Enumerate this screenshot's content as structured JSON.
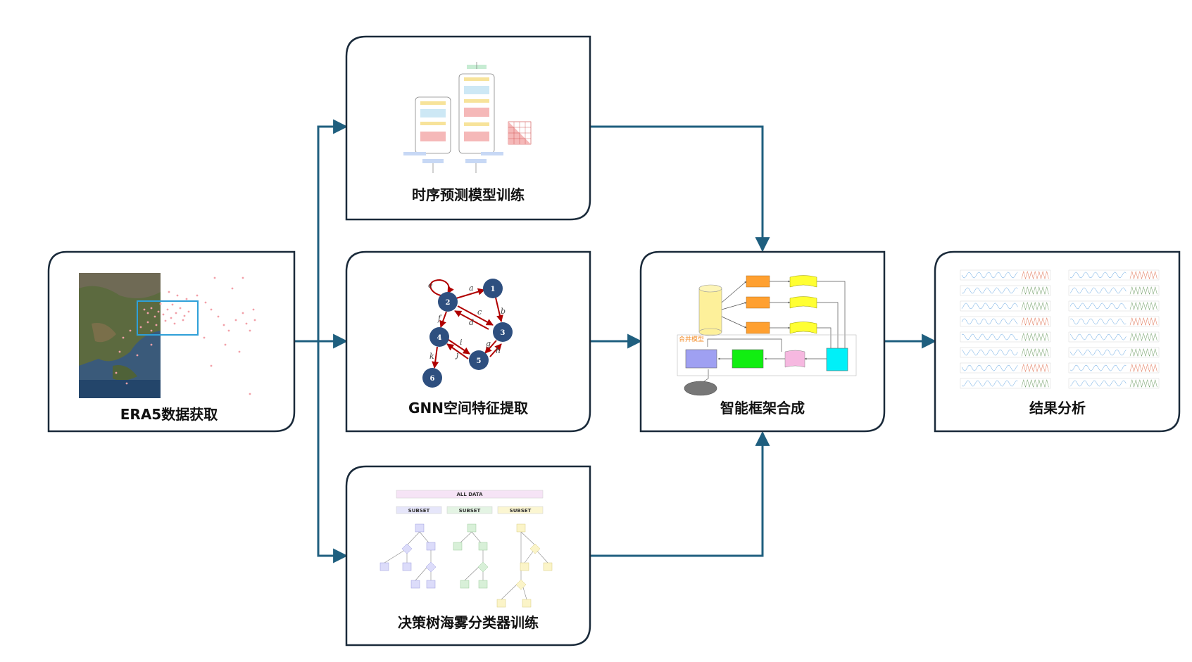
{
  "boxes": {
    "era5": "ERA5数据获取",
    "timeseries": "时序预测模型训练",
    "gnn": "GNN空间特征提取",
    "decision_tree": "决策树海雾分类器训练",
    "framework": "智能框架合成",
    "results": "结果分析"
  },
  "gnn_graph": {
    "nodes": [
      "1",
      "2",
      "3",
      "4",
      "5",
      "6"
    ],
    "edge_labels": [
      "a",
      "b",
      "c",
      "d",
      "e",
      "f",
      "g",
      "h",
      "i",
      "j",
      "k"
    ]
  },
  "decision_tree": {
    "all_data": "ALL DATA",
    "subsets": [
      "SUBSET",
      "SUBSET",
      "SUBSET"
    ]
  },
  "framework": {
    "merge_label": "合并模型"
  },
  "colors": {
    "arrow": "#1f5f7f",
    "border": "#1a2a3a",
    "node_blue": "#2e4f7f",
    "edge_red": "#b00000"
  }
}
